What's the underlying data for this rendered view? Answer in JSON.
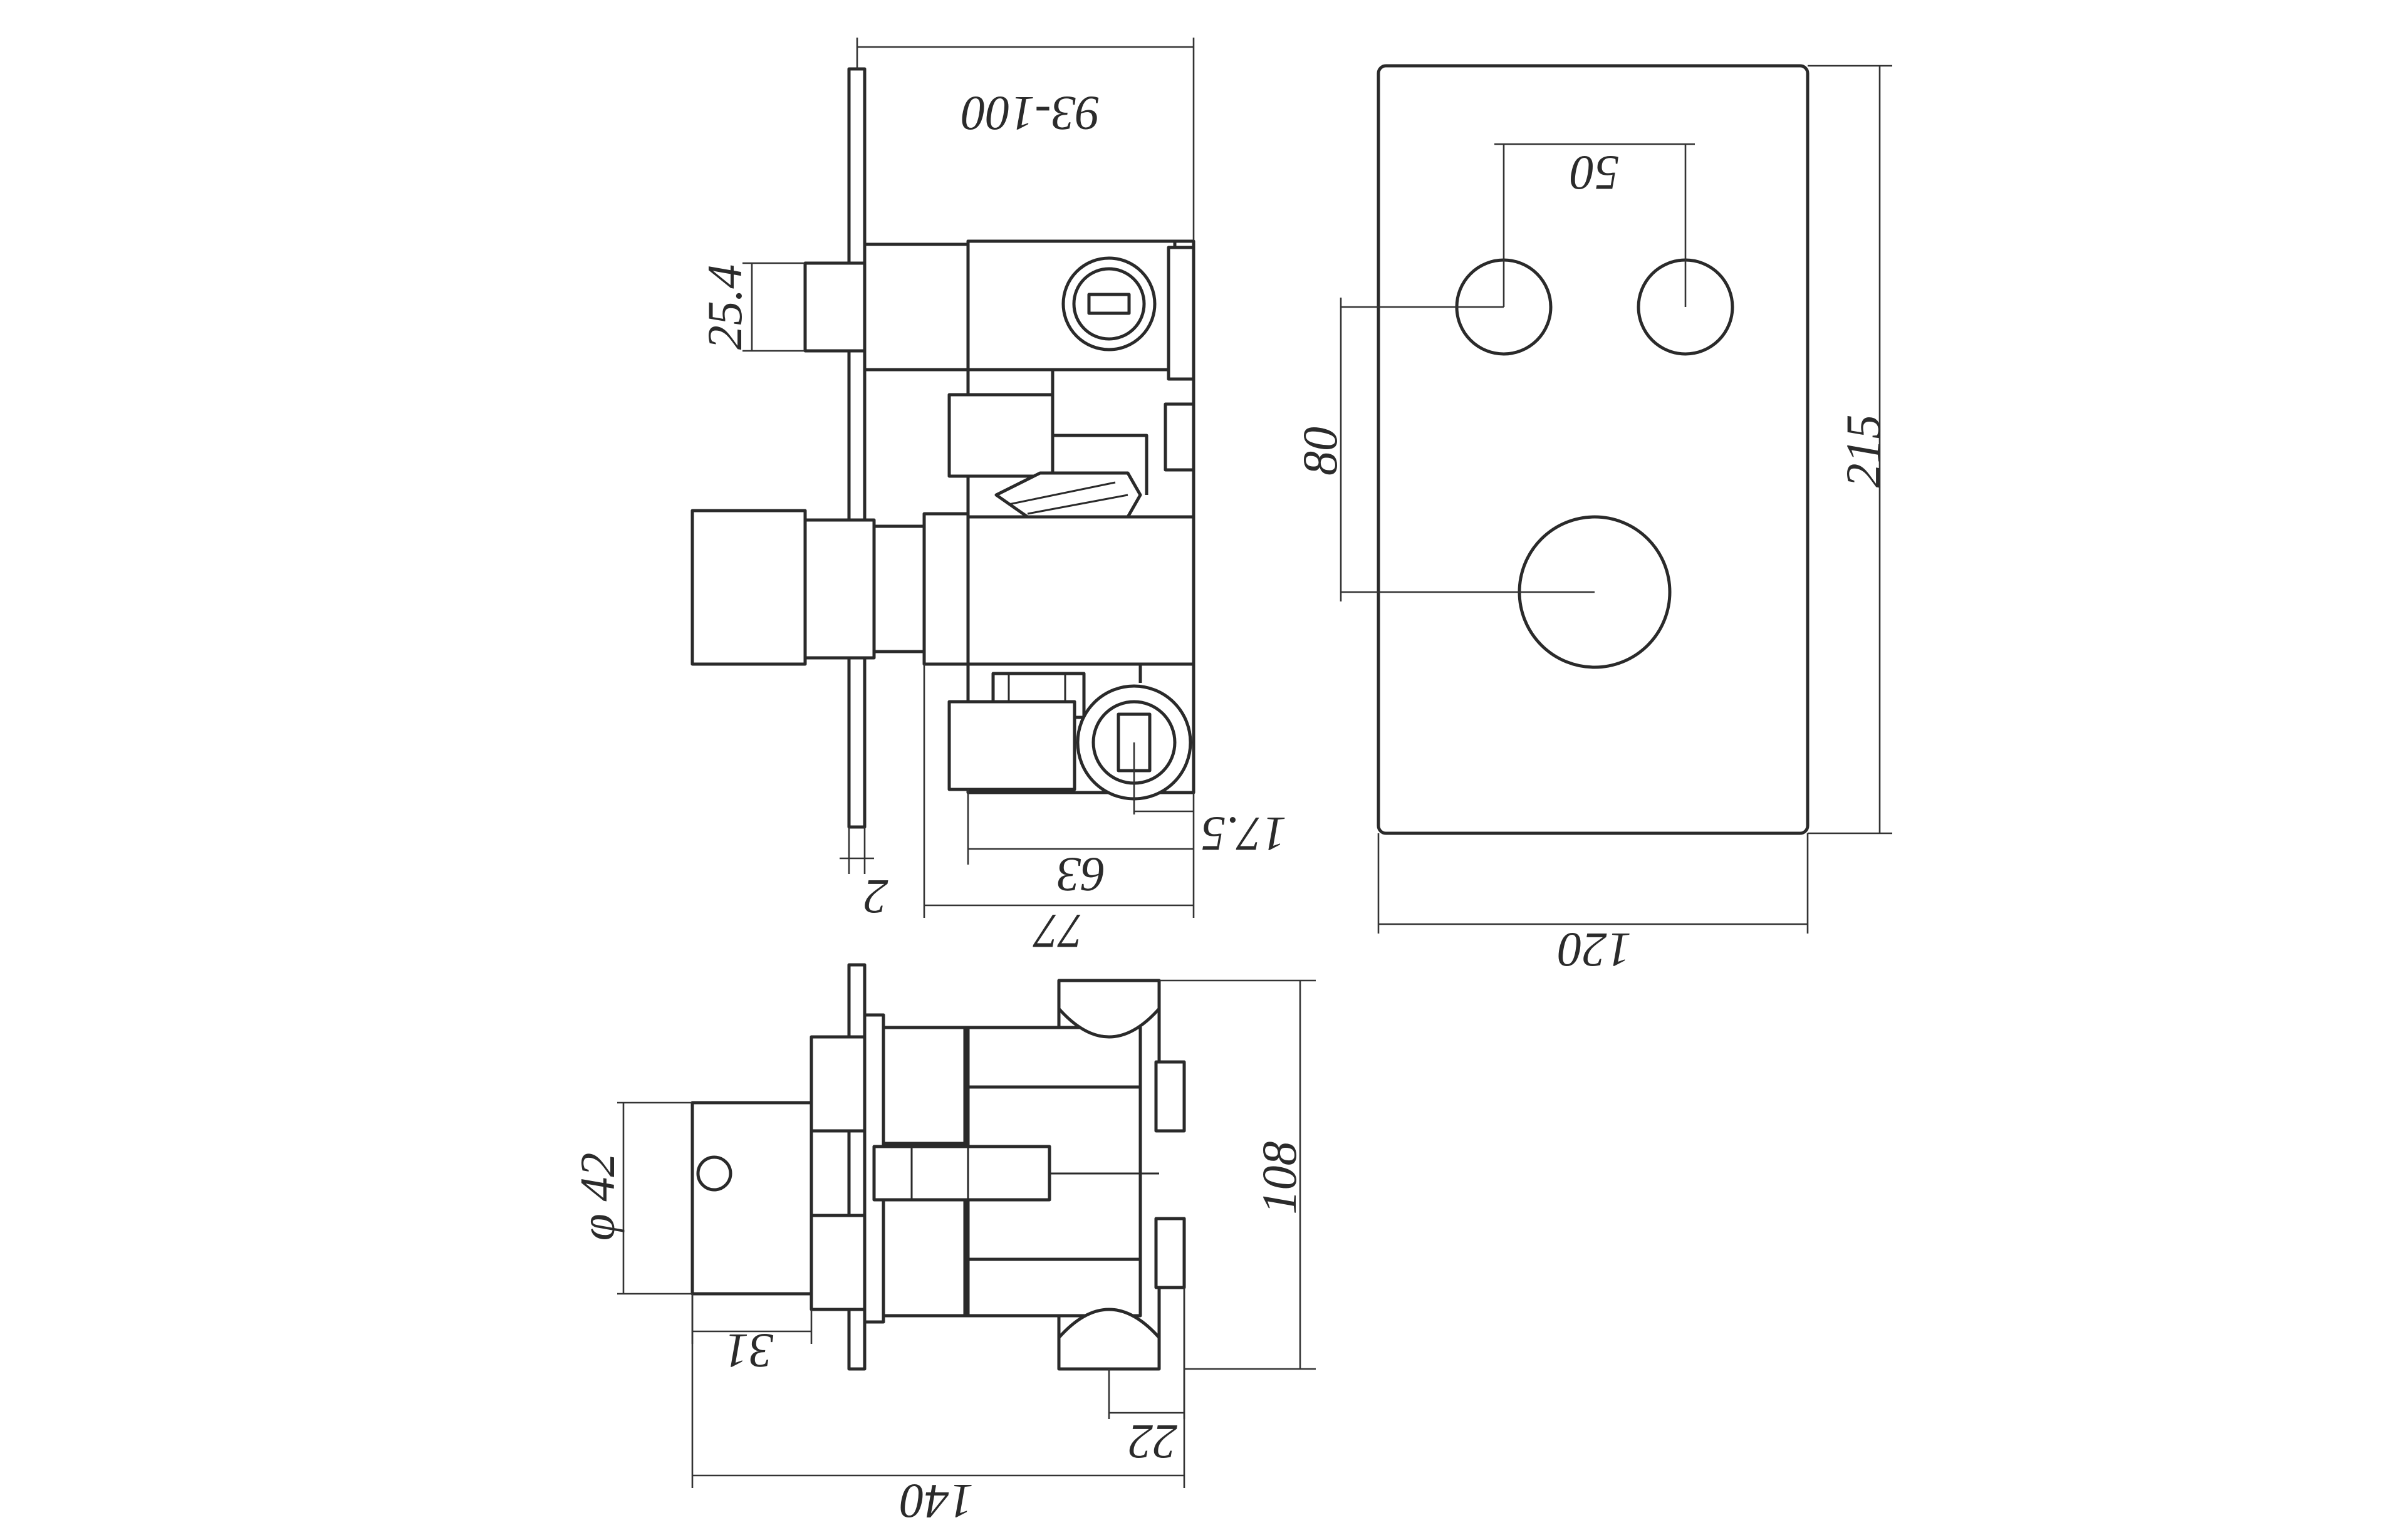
{
  "figure": {
    "views": {
      "side_view": {
        "dimensions": {
          "wall_depth": "93-100",
          "outlet_diameter": "25.4",
          "plate_thickness": "2",
          "body_to_outlet": "63",
          "body_depth": "77",
          "outlet_offset": "17.5"
        }
      },
      "front_view": {
        "dimensions": {
          "button_spacing": "50",
          "button_to_knob": "80",
          "plate_height": "215",
          "plate_width": "120"
        }
      },
      "top_view": {
        "dimensions": {
          "knob_diameter": "φ 42",
          "knob_length": "31",
          "body_height": "108",
          "inlet_offset": "22",
          "total_depth": "140"
        }
      }
    },
    "colors": {
      "line": "#2a2a2a",
      "background": "#ffffff"
    }
  }
}
